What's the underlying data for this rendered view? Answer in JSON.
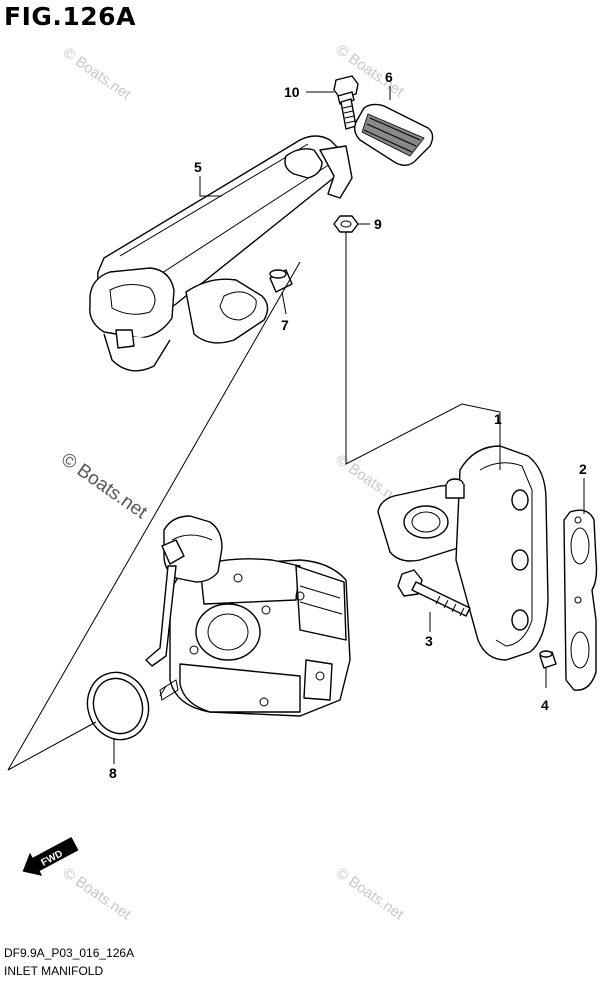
{
  "figure": {
    "title": "FIG.126A",
    "code": "DF9.9A_P03_016_126A",
    "caption": "INLET MANIFOLD"
  },
  "watermarks": {
    "small": "© Boats.net",
    "large": "© Boats.net"
  },
  "callouts": {
    "c1": "1",
    "c2": "2",
    "c3": "3",
    "c4": "4",
    "c5": "5",
    "c6": "6",
    "c7": "7",
    "c8": "8",
    "c9": "9",
    "c10": "10"
  },
  "direction": {
    "label": "FWD"
  }
}
